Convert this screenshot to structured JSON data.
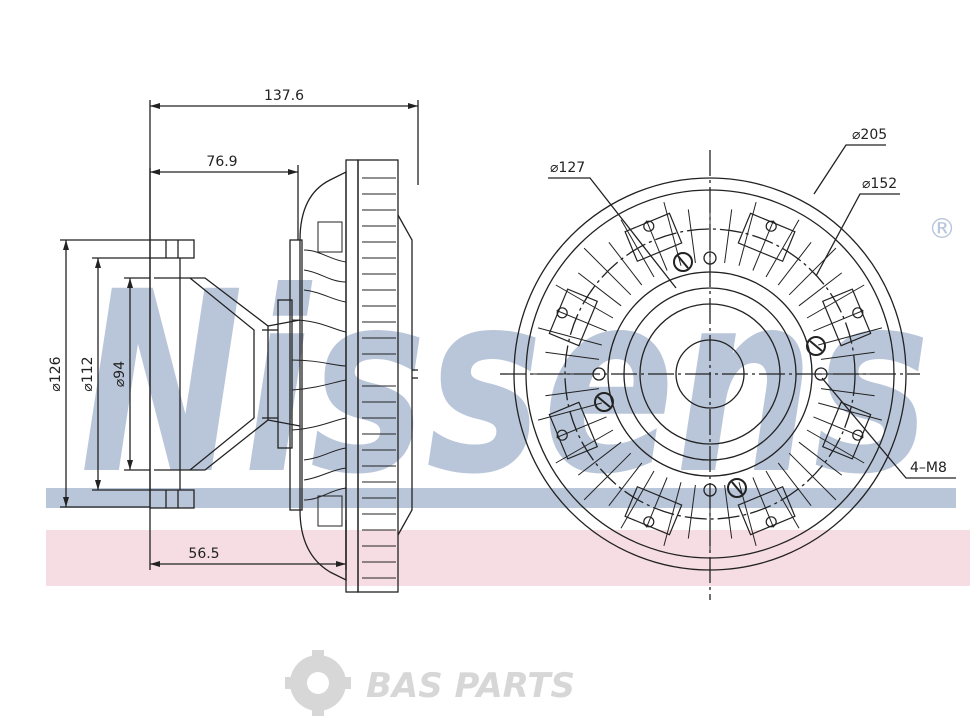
{
  "watermark": {
    "text": "Nissens",
    "mark": "®"
  },
  "side_view": {
    "dims": {
      "overall_length": "137.6",
      "hub_length": "76.9",
      "flange_depth": "56.5"
    },
    "diameters": {
      "d126": "⌀126",
      "d112": "⌀112",
      "d94": "⌀94"
    }
  },
  "front_view": {
    "diameters": {
      "d205": "⌀205",
      "d127": "⌀127",
      "d152": "⌀152"
    },
    "thread_callout": "4–M8"
  },
  "footer_logo": {
    "text": "BAS PARTS"
  },
  "colors": {
    "watermark_blue": "#b9c6da",
    "watermark_pink": "#f6dde3",
    "line": "#222222",
    "logo_grey": "#d7d7d7"
  }
}
